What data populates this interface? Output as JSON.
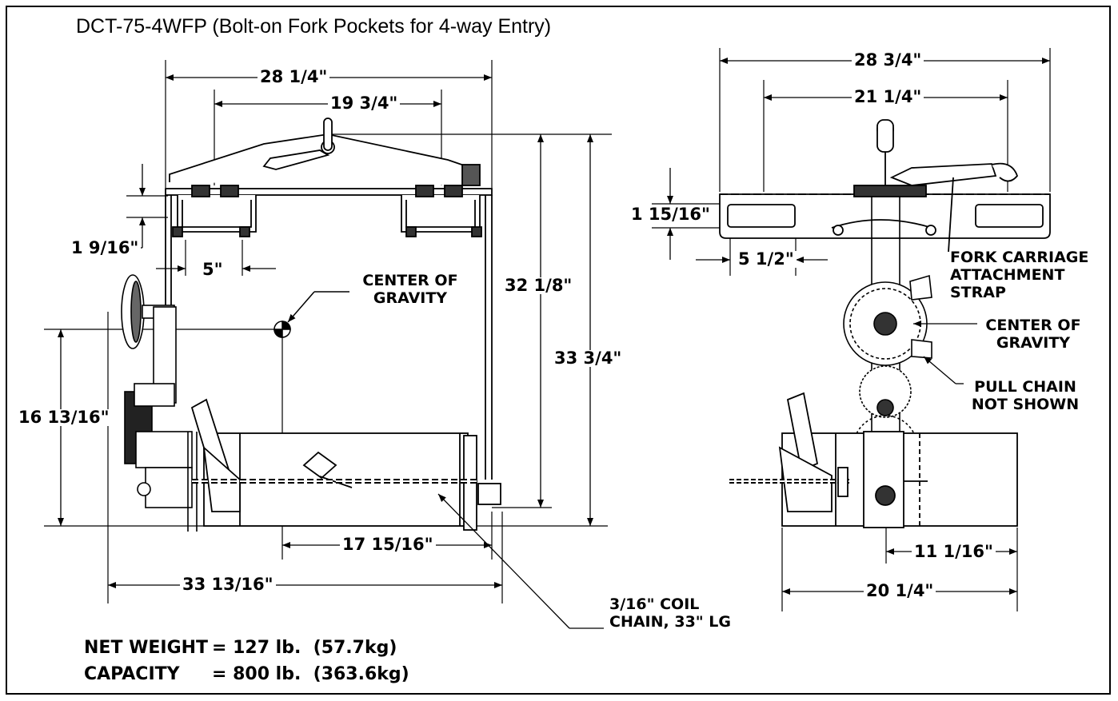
{
  "title": "DCT-75-4WFP (Bolt-on Fork Pockets for 4-way Entry)",
  "left_view": {
    "dims": {
      "overall_top_width": "28 1/4\"",
      "pocket_spacing": "19 3/4\"",
      "pocket_height": "1 9/16\"",
      "pocket_width": "5\"",
      "hook_height": "32 1/8\"",
      "overall_height": "33 3/4\"",
      "cg_height": "16 13/16\"",
      "cg_to_end": "17 15/16\"",
      "overall_bottom_width": "33 13/16\""
    },
    "labels": {
      "center_of_gravity": "CENTER OF GRAVITY",
      "chain_note": "3/16\" COIL CHAIN, 33\" LG"
    }
  },
  "right_view": {
    "dims": {
      "overall_width": "28 3/4\"",
      "pocket_centers": "21 1/4\"",
      "pocket_height": "1 15/16\"",
      "pocket_width": "5 1/2\"",
      "cg_offset": "11 1/16\"",
      "drum_width": "20 1/4\""
    },
    "labels": {
      "strap": "FORK CARRIAGE ATTACHMENT STRAP",
      "center_of_gravity": "CENTER OF GRAVITY",
      "pull_chain": "PULL CHAIN NOT SHOWN"
    }
  },
  "specs": {
    "net_weight_label": "NET WEIGHT",
    "net_weight_value": "= 127 lb.  (57.7kg)",
    "capacity_label": "CAPACITY",
    "capacity_value": "= 800 lb.  (363.6kg)"
  }
}
